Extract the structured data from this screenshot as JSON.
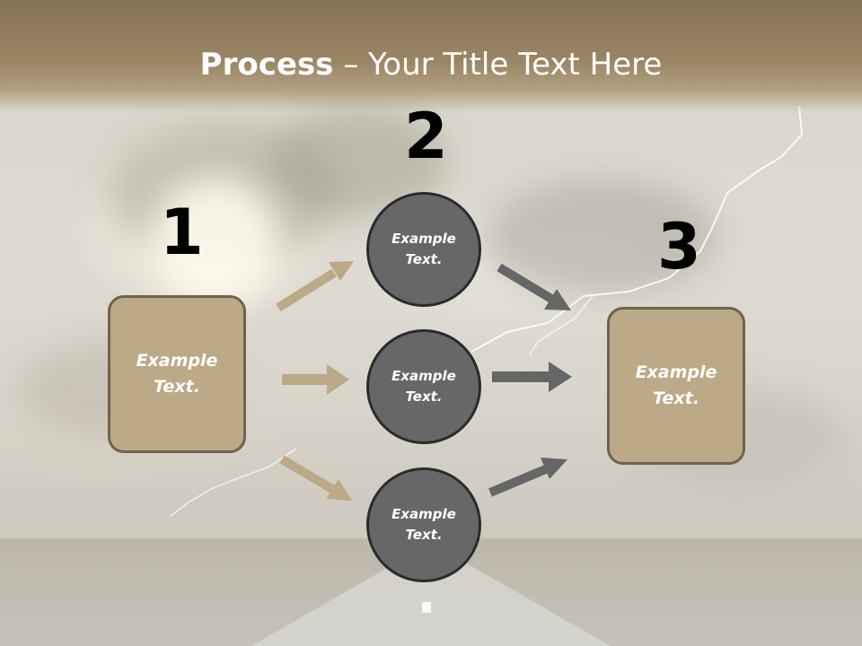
{
  "slide": {
    "title_bold": "Process",
    "title_separator": " – ",
    "title_rest": "Your Title Text Here"
  },
  "steps": [
    {
      "number": "1",
      "label": "Example\nText."
    },
    {
      "number": "2",
      "label": ""
    },
    {
      "number": "3",
      "label": "Example\nText."
    }
  ],
  "middle_items": [
    {
      "label": "Example\nText."
    },
    {
      "label": "Example\nText."
    },
    {
      "label": "Example\nText."
    }
  ],
  "colors": {
    "header": "#9a8665",
    "box_fill": "#bba987",
    "box_border": "#6e6350",
    "circle_fill": "#676767",
    "circle_border": "#2b2b2b",
    "arrow_left": "#bba987",
    "arrow_right": "#666666"
  }
}
